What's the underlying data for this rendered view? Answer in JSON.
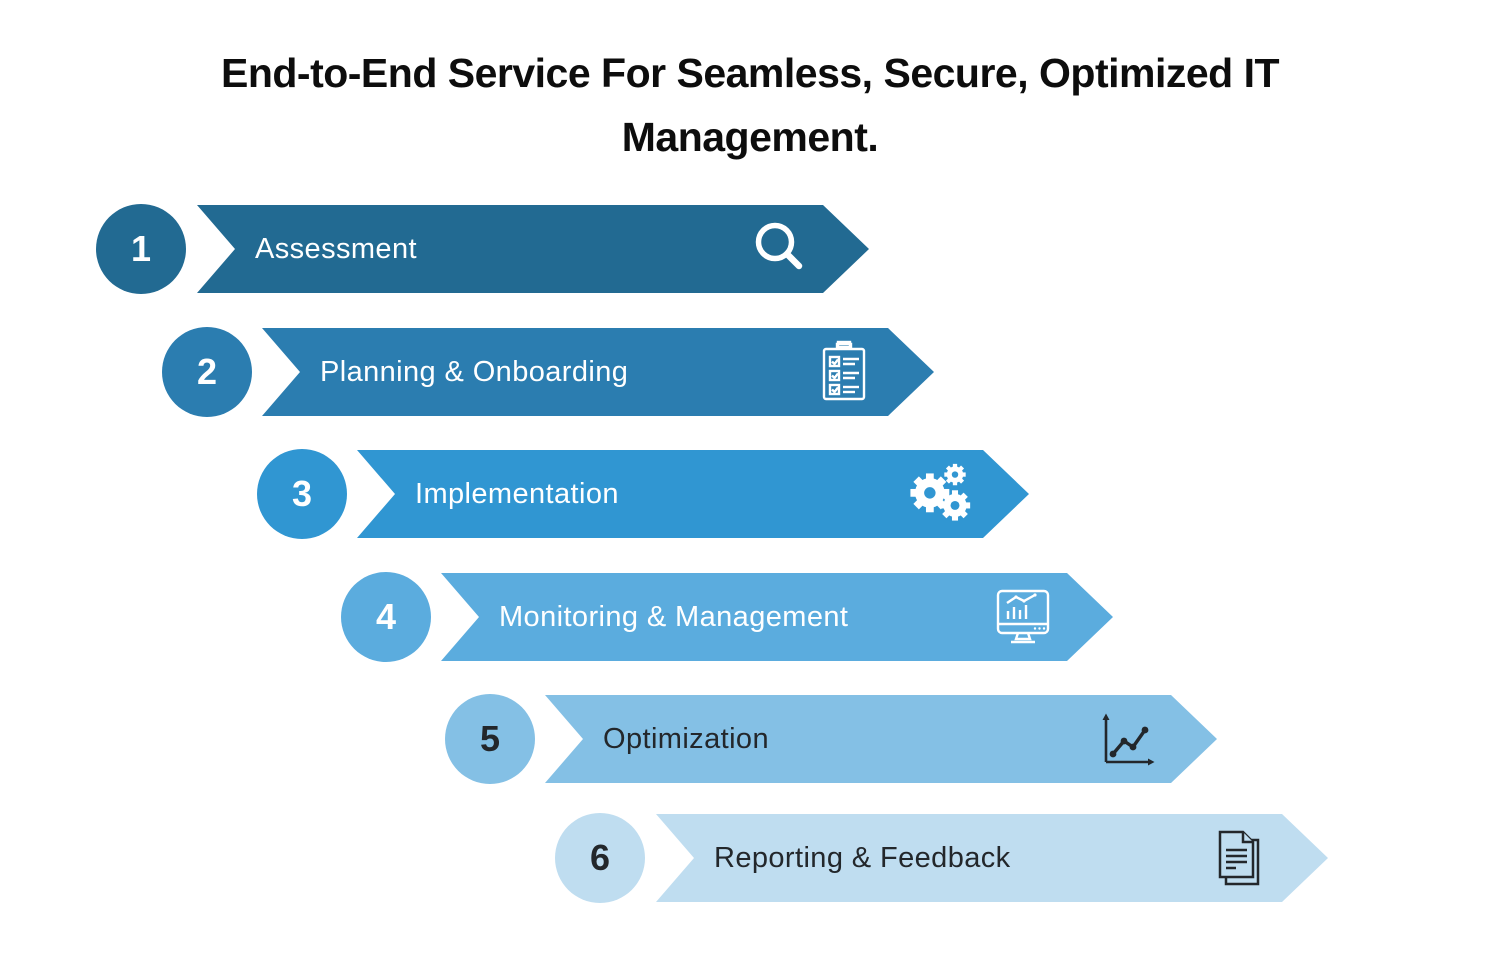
{
  "title": "End-to-End Service For Seamless, Secure, Optimized IT Management.",
  "steps": [
    {
      "number": "1",
      "label": "Assessment",
      "icon": "search-icon",
      "color": "#226A92",
      "text_color": "#FFFFFF"
    },
    {
      "number": "2",
      "label": "Planning & Onboarding",
      "icon": "checklist-clipboard-icon",
      "color": "#2B7DB0",
      "text_color": "#FFFFFF"
    },
    {
      "number": "3",
      "label": "Implementation",
      "icon": "gears-icon",
      "color": "#3096D2",
      "text_color": "#FFFFFF"
    },
    {
      "number": "4",
      "label": "Monitoring & Management",
      "icon": "monitor-chart-icon",
      "color": "#5BACDE",
      "text_color": "#FFFFFF"
    },
    {
      "number": "5",
      "label": "Optimization",
      "icon": "line-chart-icon",
      "color": "#84C0E5",
      "text_color": "#23272B"
    },
    {
      "number": "6",
      "label": "Reporting & Feedback",
      "icon": "documents-icon",
      "color": "#BFDDF0",
      "text_color": "#23272B"
    }
  ]
}
